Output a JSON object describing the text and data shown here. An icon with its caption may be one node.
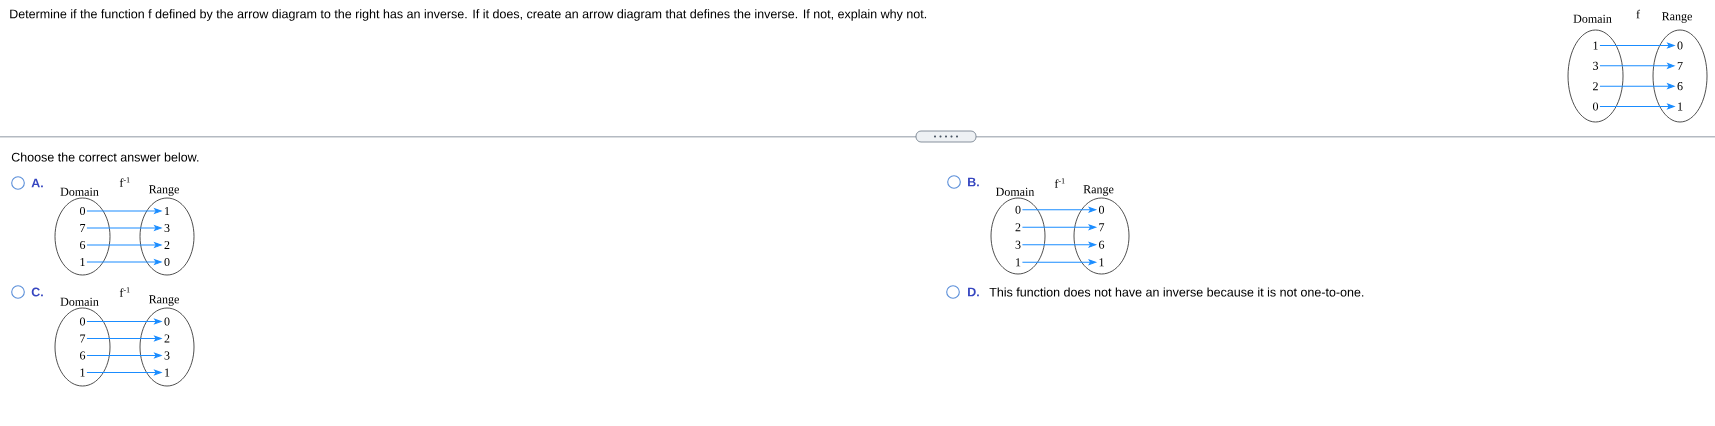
{
  "diagram": {
    "nodes": [
      {
        "text": [
          "Domain"
        ]
      },
      {
        "text": [
          "1"
        ],
        "in": 0
      },
      {
        "text": [
          "3"
        ],
        "in": 0
      },
      {
        "text": [
          "2"
        ],
        "in": 0
      },
      {
        "text": [
          "0"
        ],
        "in": 0
      },
      {
        "text": [
          "Range"
        ]
      },
      {
        "text": [
          "0"
        ],
        "in": 5
      },
      {
        "text": [
          "7"
        ],
        "in": 5
      },
      {
        "text": [
          "6"
        ],
        "in": 5
      },
      {
        "text": [
          "1"
        ],
        "in": 5
      },
      {
        "text": [
          "Domain"
        ]
      },
      {
        "text": [
          "0"
        ],
        "in": 10
      },
      {
        "text": [
          "7"
        ],
        "in": 10
      },
      {
        "text": [
          "6"
        ],
        "in": 10
      },
      {
        "text": [
          "1"
        ],
        "in": 10
      },
      {
        "text": [
          "Range"
        ]
      },
      {
        "text": [
          "1"
        ],
        "in": 15
      },
      {
        "text": [
          "3"
        ],
        "in": 15
      },
      {
        "text": [
          "2"
        ],
        "in": 15
      },
      {
        "text": [
          "0"
        ],
        "in": 15
      },
      {
        "text": [
          "Domain"
        ]
      },
      {
        "text": [
          "0"
        ],
        "in": 20
      },
      {
        "text": [
          "2"
        ],
        "in": 20
      },
      {
        "text": [
          "3"
        ],
        "in": 20
      },
      {
        "text": [
          "1"
        ],
        "in": 20
      },
      {
        "text": [
          "Range"
        ]
      },
      {
        "text": [
          "0"
        ],
        "in": 25
      },
      {
        "text": [
          "7"
        ],
        "in": 25
      },
      {
        "text": [
          "6"
        ],
        "in": 25
      },
      {
        "text": [
          "1"
        ],
        "in": 25
      },
      {
        "text": [
          "Domain"
        ]
      },
      {
        "text": [
          "0"
        ],
        "in": 30
      },
      {
        "text": [
          "7"
        ],
        "in": 30
      },
      {
        "text": [
          "6"
        ],
        "in": 30
      },
      {
        "text": [
          "1"
        ],
        "in": 30
      },
      {
        "text": [
          "Range"
        ]
      },
      {
        "text": [
          "0"
        ],
        "in": 35
      },
      {
        "text": [
          "2"
        ],
        "in": 35
      },
      {
        "text": [
          "3"
        ],
        "in": 35
      },
      {
        "text": [
          "1"
        ],
        "in": 35
      }
    ],
    "edges": [
      {
        "from": 1,
        "to": 6,
        "arrow": "to"
      },
      {
        "from": 2,
        "to": 7,
        "arrow": "to"
      },
      {
        "from": 3,
        "to": 8,
        "arrow": "to"
      },
      {
        "from": 4,
        "to": 9,
        "arrow": "to"
      },
      {
        "from": 11,
        "to": 16,
        "arrow": "to"
      },
      {
        "from": 12,
        "to": 17,
        "arrow": "to"
      },
      {
        "from": 13,
        "to": 18,
        "arrow": "to"
      },
      {
        "from": 14,
        "to": 19,
        "arrow": "to"
      },
      {
        "from": 21,
        "to": 26,
        "arrow": "to"
      },
      {
        "from": 22,
        "to": 27,
        "arrow": "to"
      },
      {
        "from": 23,
        "to": 28,
        "arrow": "to"
      },
      {
        "from": 24,
        "to": 29,
        "arrow": "to"
      },
      {
        "from": 31,
        "to": 36,
        "arrow": "to"
      },
      {
        "from": 32,
        "to": 37,
        "arrow": "to"
      },
      {
        "from": 33,
        "to": 38,
        "arrow": "to"
      },
      {
        "from": 34,
        "to": 39,
        "arrow": "to"
      }
    ],
    "labels": [
      "Determine if the function f defined by the arrow diagram to the right has an inverse. If it does, create an arrow diagram that defines the inverse. If not, explain why not.",
      "f",
      "Choose the correct answer below.",
      "A.",
      "f$^{-1}$",
      "B.",
      "f$^{-1}$",
      "C.",
      "f$^{-1}$",
      "D.",
      "This function does not have an inverse because it is not one-to-one."
    ]
  }
}
